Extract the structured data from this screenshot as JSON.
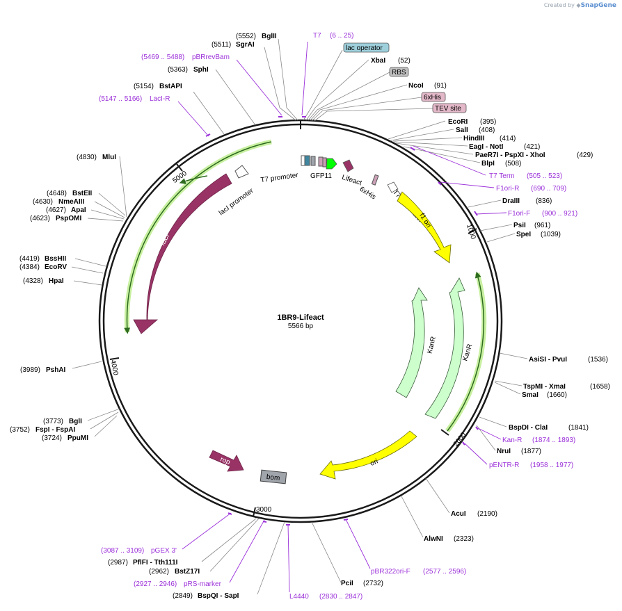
{
  "watermark": {
    "prefix": "Created by",
    "brand": "SnapGene"
  },
  "plasmid": {
    "name": "1BR9-Lifeact",
    "length_label": "5566 bp",
    "length": 5566
  },
  "colors": {
    "enzyme_line": "#888888",
    "primer": "#9b30d9",
    "backbone": "#1a1a1a",
    "lacI": "#993366",
    "f1ori": "#ffff00",
    "kanR": "#ccffcc",
    "gfp11": "#00ff00",
    "bom": "#a0a4ab",
    "lac_operator_bg": "#9ed0dc",
    "rbs_bg": "#c0c0c0",
    "his_bg": "#e3b8c8",
    "orf_glow": "#c8f0a0"
  },
  "ruler": [
    "1000",
    "2000",
    "3000",
    "4000",
    "5000"
  ],
  "enzymes": [
    {
      "name": "BglII",
      "pos": "(5552)"
    },
    {
      "name": "SgrAI",
      "pos": "(5511)"
    },
    {
      "name": "SphI",
      "pos": "(5363)"
    },
    {
      "name": "BstAPI",
      "pos": "(5154)"
    },
    {
      "name": "MluI",
      "pos": "(4830)"
    },
    {
      "name": "BstEII",
      "pos": "(4648)"
    },
    {
      "name": "NmeAIII",
      "pos": "(4630)"
    },
    {
      "name": "ApaI",
      "pos": "(4627)"
    },
    {
      "name": "PspOMI",
      "pos": "(4623)"
    },
    {
      "name": "BssHII",
      "pos": "(4419)"
    },
    {
      "name": "EcoRV",
      "pos": "(4384)"
    },
    {
      "name": "HpaI",
      "pos": "(4328)"
    },
    {
      "name": "PshAI",
      "pos": "(3989)"
    },
    {
      "name": "BglI",
      "pos": "(3773)"
    },
    {
      "name": "FspI - FspAI",
      "pos": "(3752)"
    },
    {
      "name": "PpuMI",
      "pos": "(3724)"
    },
    {
      "name": "XbaI",
      "pos": "(52)"
    },
    {
      "name": "NcoI",
      "pos": "(91)"
    },
    {
      "name": "EcoRI",
      "pos": "(395)"
    },
    {
      "name": "SalI",
      "pos": "(408)"
    },
    {
      "name": "HindIII",
      "pos": "(414)"
    },
    {
      "name": "EagI - NotI",
      "pos": "(421)"
    },
    {
      "name": "PaeR7I - PspXI - XhoI",
      "pos": "(429)"
    },
    {
      "name": "BlpI",
      "pos": "(508)"
    },
    {
      "name": "DraIII",
      "pos": "(836)"
    },
    {
      "name": "PsiI",
      "pos": "(961)"
    },
    {
      "name": "SpeI",
      "pos": "(1039)"
    },
    {
      "name": "AsiSI - PvuI",
      "pos": "(1536)"
    },
    {
      "name": "TspMI - XmaI",
      "pos": "(1658)"
    },
    {
      "name": "SmaI",
      "pos": "(1660)"
    },
    {
      "name": "BspDI - ClaI",
      "pos": "(1841)"
    },
    {
      "name": "NruI",
      "pos": "(1877)"
    },
    {
      "name": "AcuI",
      "pos": "(2190)"
    },
    {
      "name": "AlwNI",
      "pos": "(2323)"
    },
    {
      "name": "PciI",
      "pos": "(2732)"
    },
    {
      "name": "BspQI - SapI",
      "pos": "(2849)"
    },
    {
      "name": "BstZ17I",
      "pos": "(2962)"
    },
    {
      "name": "PflFI - Tth111I",
      "pos": "(2987)"
    }
  ],
  "primers": [
    {
      "name": "T7",
      "range": "(6 .. 25)"
    },
    {
      "name": "pBRrevBam",
      "range": "(5469 .. 5488)"
    },
    {
      "name": "LacI-R",
      "range": "(5147 .. 5166)"
    },
    {
      "name": "T7 Term",
      "range": "(505 .. 523)"
    },
    {
      "name": "F1ori-R",
      "range": "(690 .. 709)"
    },
    {
      "name": "F1ori-F",
      "range": "(900 .. 921)"
    },
    {
      "name": "Kan-R",
      "range": "(1874 .. 1893)"
    },
    {
      "name": "pENTR-R",
      "range": "(1958 .. 1977)"
    },
    {
      "name": "pBR322ori-F",
      "range": "(2577 .. 2596)"
    },
    {
      "name": "L4440",
      "range": "(2830 .. 2847)"
    },
    {
      "name": "pRS-marker",
      "range": "(2927 .. 2946)"
    },
    {
      "name": "pGEX 3'",
      "range": "(3087 .. 3109)"
    }
  ],
  "boxed_features": [
    {
      "name": "lac operator"
    },
    {
      "name": "RBS"
    },
    {
      "name": "6xHis"
    },
    {
      "name": "TEV site"
    }
  ],
  "inner_features": [
    {
      "name": "T7 promoter"
    },
    {
      "name": "GFP11"
    },
    {
      "name": "Lifeact"
    },
    {
      "name": "6xHis"
    },
    {
      "name": "T7 terminator"
    },
    {
      "name": "lacI promoter"
    },
    {
      "name": "lacI"
    },
    {
      "name": "f1 ori"
    },
    {
      "name": "KanR"
    },
    {
      "name": "KanR"
    },
    {
      "name": "ori"
    },
    {
      "name": "rop"
    },
    {
      "name": "bom"
    }
  ]
}
